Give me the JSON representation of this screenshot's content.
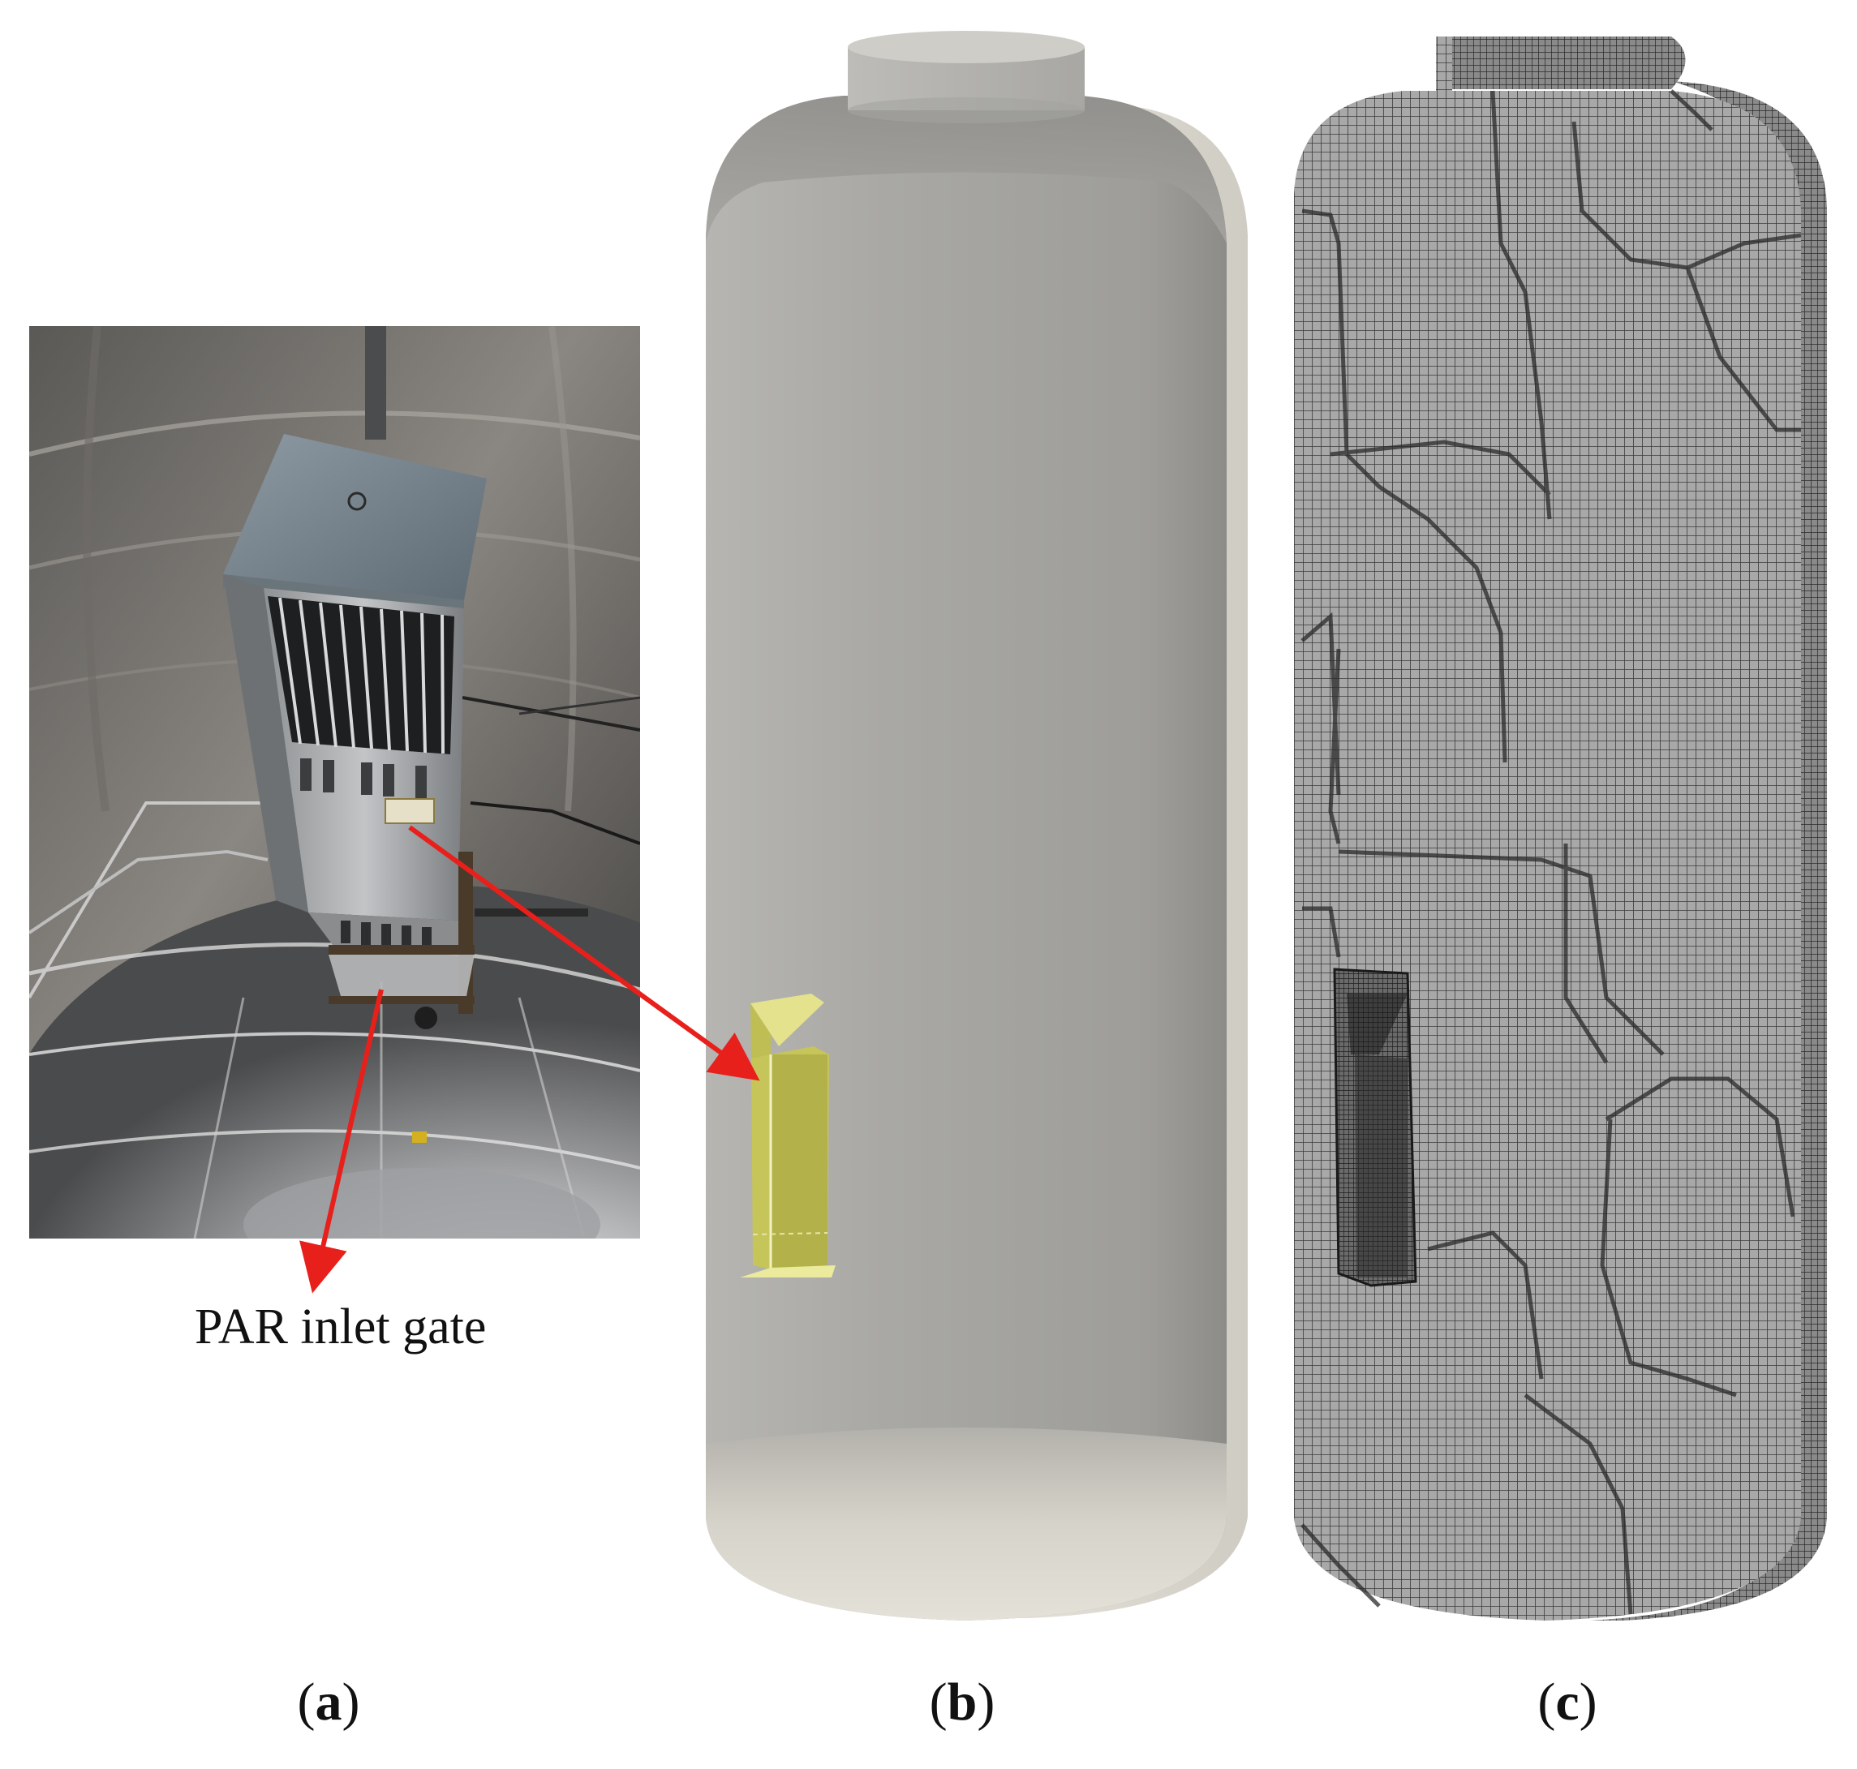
{
  "annotation": {
    "text": "PAR inlet gate"
  },
  "panels": [
    {
      "letter": "a",
      "open": "(",
      "close": ")",
      "description": "photo"
    },
    {
      "letter": "b",
      "open": "(",
      "close": ")",
      "description": "geometry"
    },
    {
      "letter": "c",
      "open": "(",
      "close": ")",
      "description": "mesh"
    }
  ],
  "colors": {
    "arrow": "#e8201c",
    "vessel_gray": "#a7a6a2",
    "vessel_bottom": "#dcd9d0",
    "par_yellow": "#c9c95a",
    "mesh_line": "#3a3a3a",
    "mesh_bg": "#9a9a9a"
  }
}
